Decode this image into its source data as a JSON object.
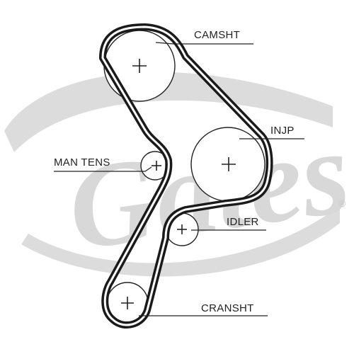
{
  "diagram": {
    "labels": {
      "camshaft": "CAMSHT",
      "injection_pump": "INJP",
      "manual_tensioner": "MAN TENS",
      "idler": "IDLER",
      "crankshaft": "CRANSHT"
    },
    "logo": {
      "text": "Gates",
      "registered_mark": "®"
    }
  },
  "colors": {
    "belt": "#1a1a1a",
    "line": "#222222",
    "logo_watermark": "#d8d8d8",
    "background": "#ffffff"
  }
}
